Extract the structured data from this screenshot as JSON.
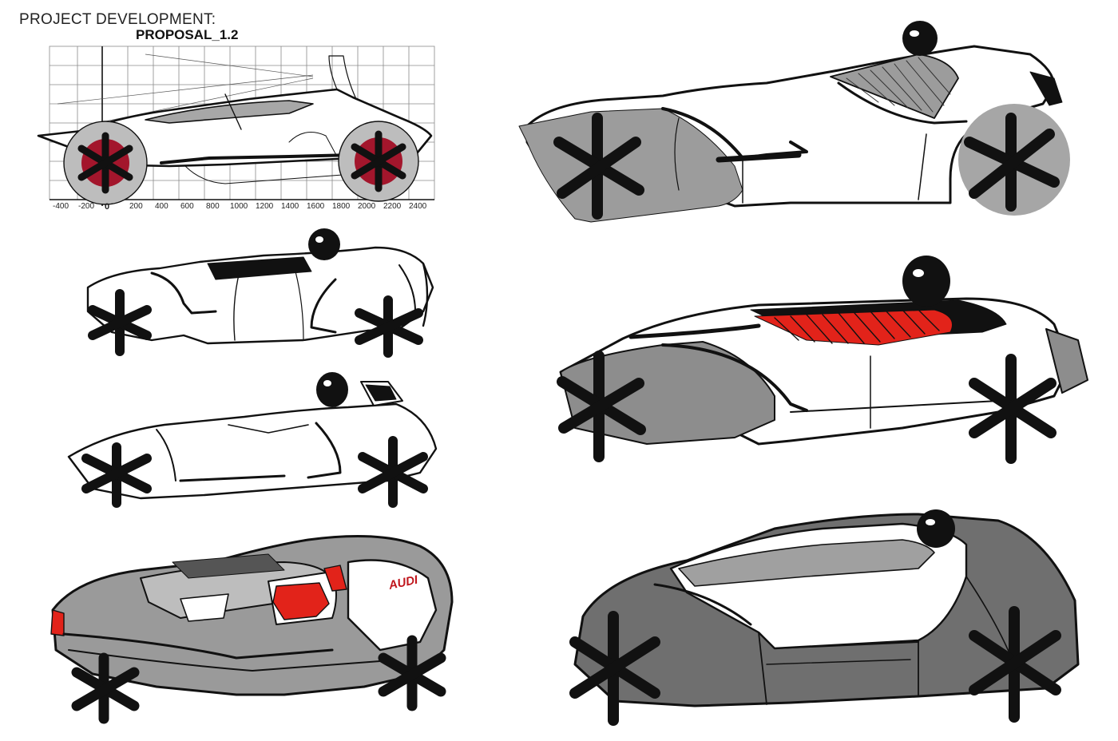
{
  "header": {
    "title": "PROJECT DEVELOPMENT:",
    "subtitle": "PROPOSAL_1.2"
  },
  "package_grid": {
    "tick_labels": [
      "-400",
      "-200",
      "0",
      "200",
      "400",
      "600",
      "800",
      "1000",
      "1200",
      "1400",
      "1600",
      "1800",
      "2000",
      "2200",
      "2400"
    ]
  },
  "sketches": {
    "brand_mark": "AUDI"
  },
  "colors": {
    "line": "#111111",
    "fill_light": "#c9c9c9",
    "fill_mid": "#9a9a9a",
    "fill_dark": "#6e6e6e",
    "accent_red": "#e2231a",
    "hub_red": "#a3162c"
  }
}
